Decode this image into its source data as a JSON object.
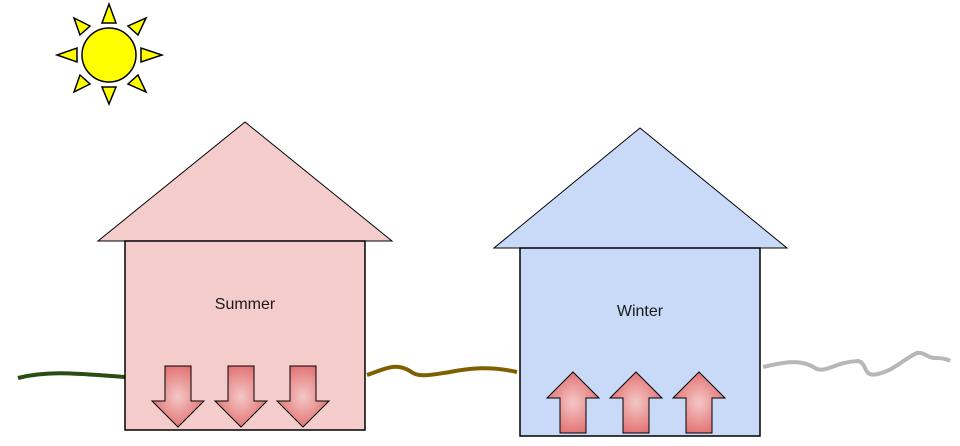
{
  "diagram": {
    "sun": {
      "icon": "sun-icon",
      "fill": "#ffff00",
      "stroke": "#000000"
    },
    "houses": [
      {
        "id": "summer",
        "label": "Summer",
        "fill": "#f4cccc",
        "arrow_direction": "down",
        "arrow_count": 3
      },
      {
        "id": "winter",
        "label": "Winter",
        "fill": "#c9daf8",
        "arrow_direction": "up",
        "arrow_count": 3
      }
    ],
    "arrow_colors": {
      "center": "#f4c7c7",
      "edge": "#e06666"
    },
    "ground_lines": [
      {
        "name": "ground-line-left",
        "color": "#274e13"
      },
      {
        "name": "ground-line-middle",
        "color": "#7f6000"
      },
      {
        "name": "ground-line-right",
        "color": "#b7b7b7"
      }
    ]
  }
}
